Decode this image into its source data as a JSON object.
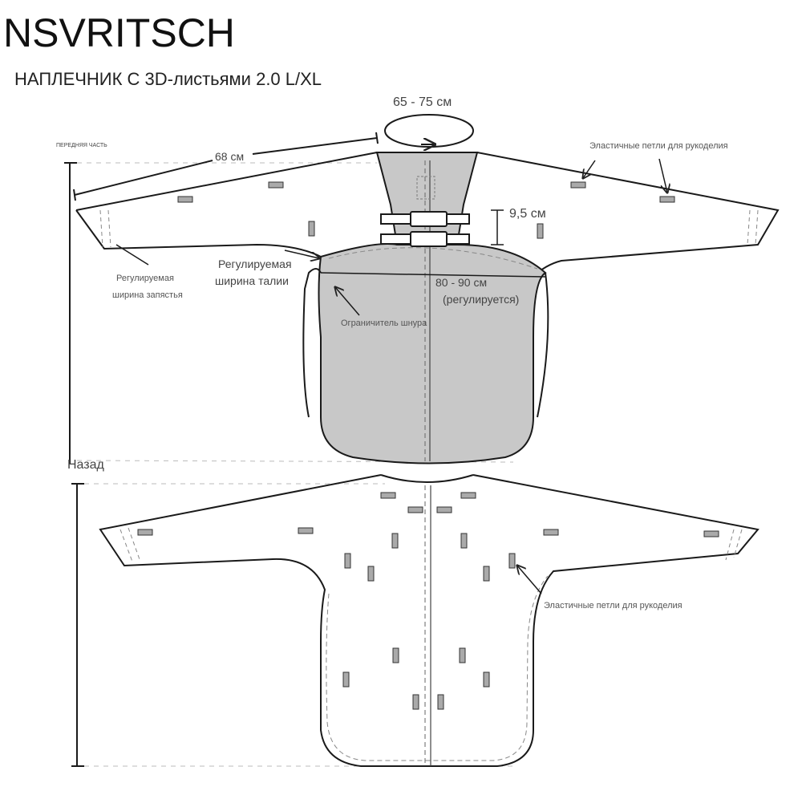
{
  "brand": "NSVRITSCH",
  "product_title": "НАПЛЕЧНИК С 3D-листьями 2.0 L/XL",
  "front": {
    "section_label": "ПЕРЕДНЯЯ ЧАСТЬ",
    "neck_measure": "65 - 75 см",
    "sleeve_length": "68 см",
    "strap_gap": "9,5 см",
    "waist_measure": "80 - 90 см",
    "waist_note": "(регулируется)",
    "elastic_loops": "Эластичные петли для рукоделия",
    "adjustable_wrist_1": "Регулируемая",
    "adjustable_wrist_2": "ширина запястья",
    "adjustable_waist_1": "Регулируемая",
    "adjustable_waist_2": "ширина талии",
    "cord_stopper": "Ограничитель шнура"
  },
  "back": {
    "section_label": "Назад",
    "elastic_loops": "Эластичные петли для рукоделия"
  },
  "colors": {
    "panel": "#c8c8c8",
    "line": "#1a1a1a",
    "dash": "#888888"
  }
}
